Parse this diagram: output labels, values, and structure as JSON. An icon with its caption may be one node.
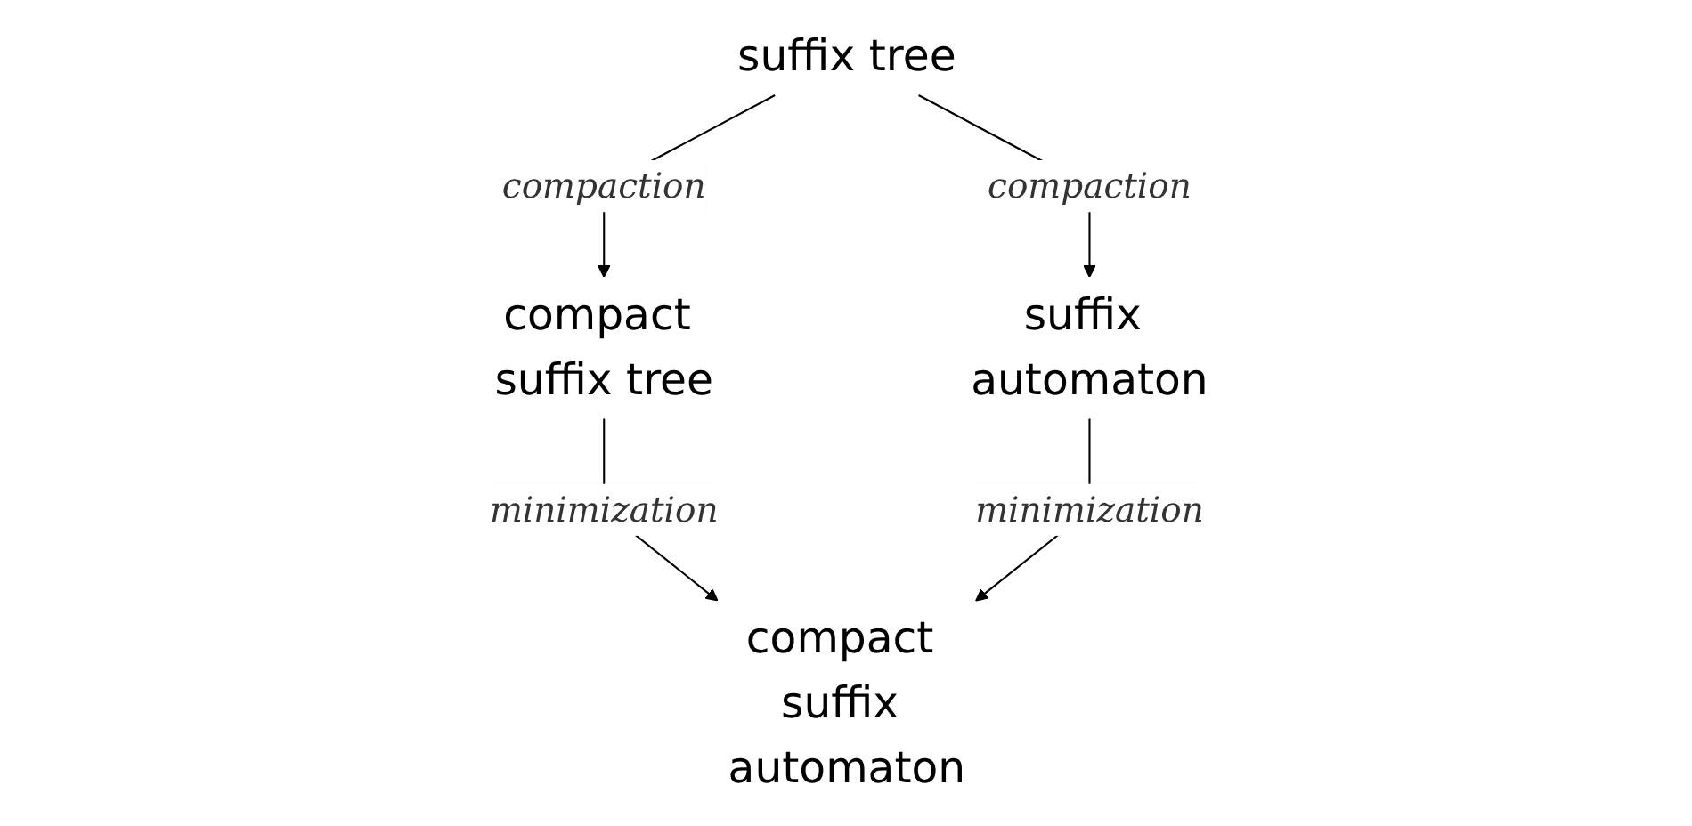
{
  "diagram": {
    "nodes": [
      {
        "text": [
          "suffix tree"
        ]
      },
      {
        "text": [
          "compact suffix tree"
        ]
      },
      {
        "text": [
          "suffix automaton"
        ]
      },
      {
        "text": [
          "compact suffix automaton"
        ]
      }
    ],
    "edges": [
      {
        "from": 0,
        "to": 1,
        "arrow": "to",
        "label": "compaction"
      },
      {
        "from": 0,
        "to": 2,
        "arrow": "to",
        "label": "compaction"
      },
      {
        "from": 1,
        "to": 3,
        "arrow": "to",
        "label": "minimization"
      },
      {
        "from": 2,
        "to": 3,
        "arrow": "to",
        "label": "minimization"
      }
    ]
  }
}
